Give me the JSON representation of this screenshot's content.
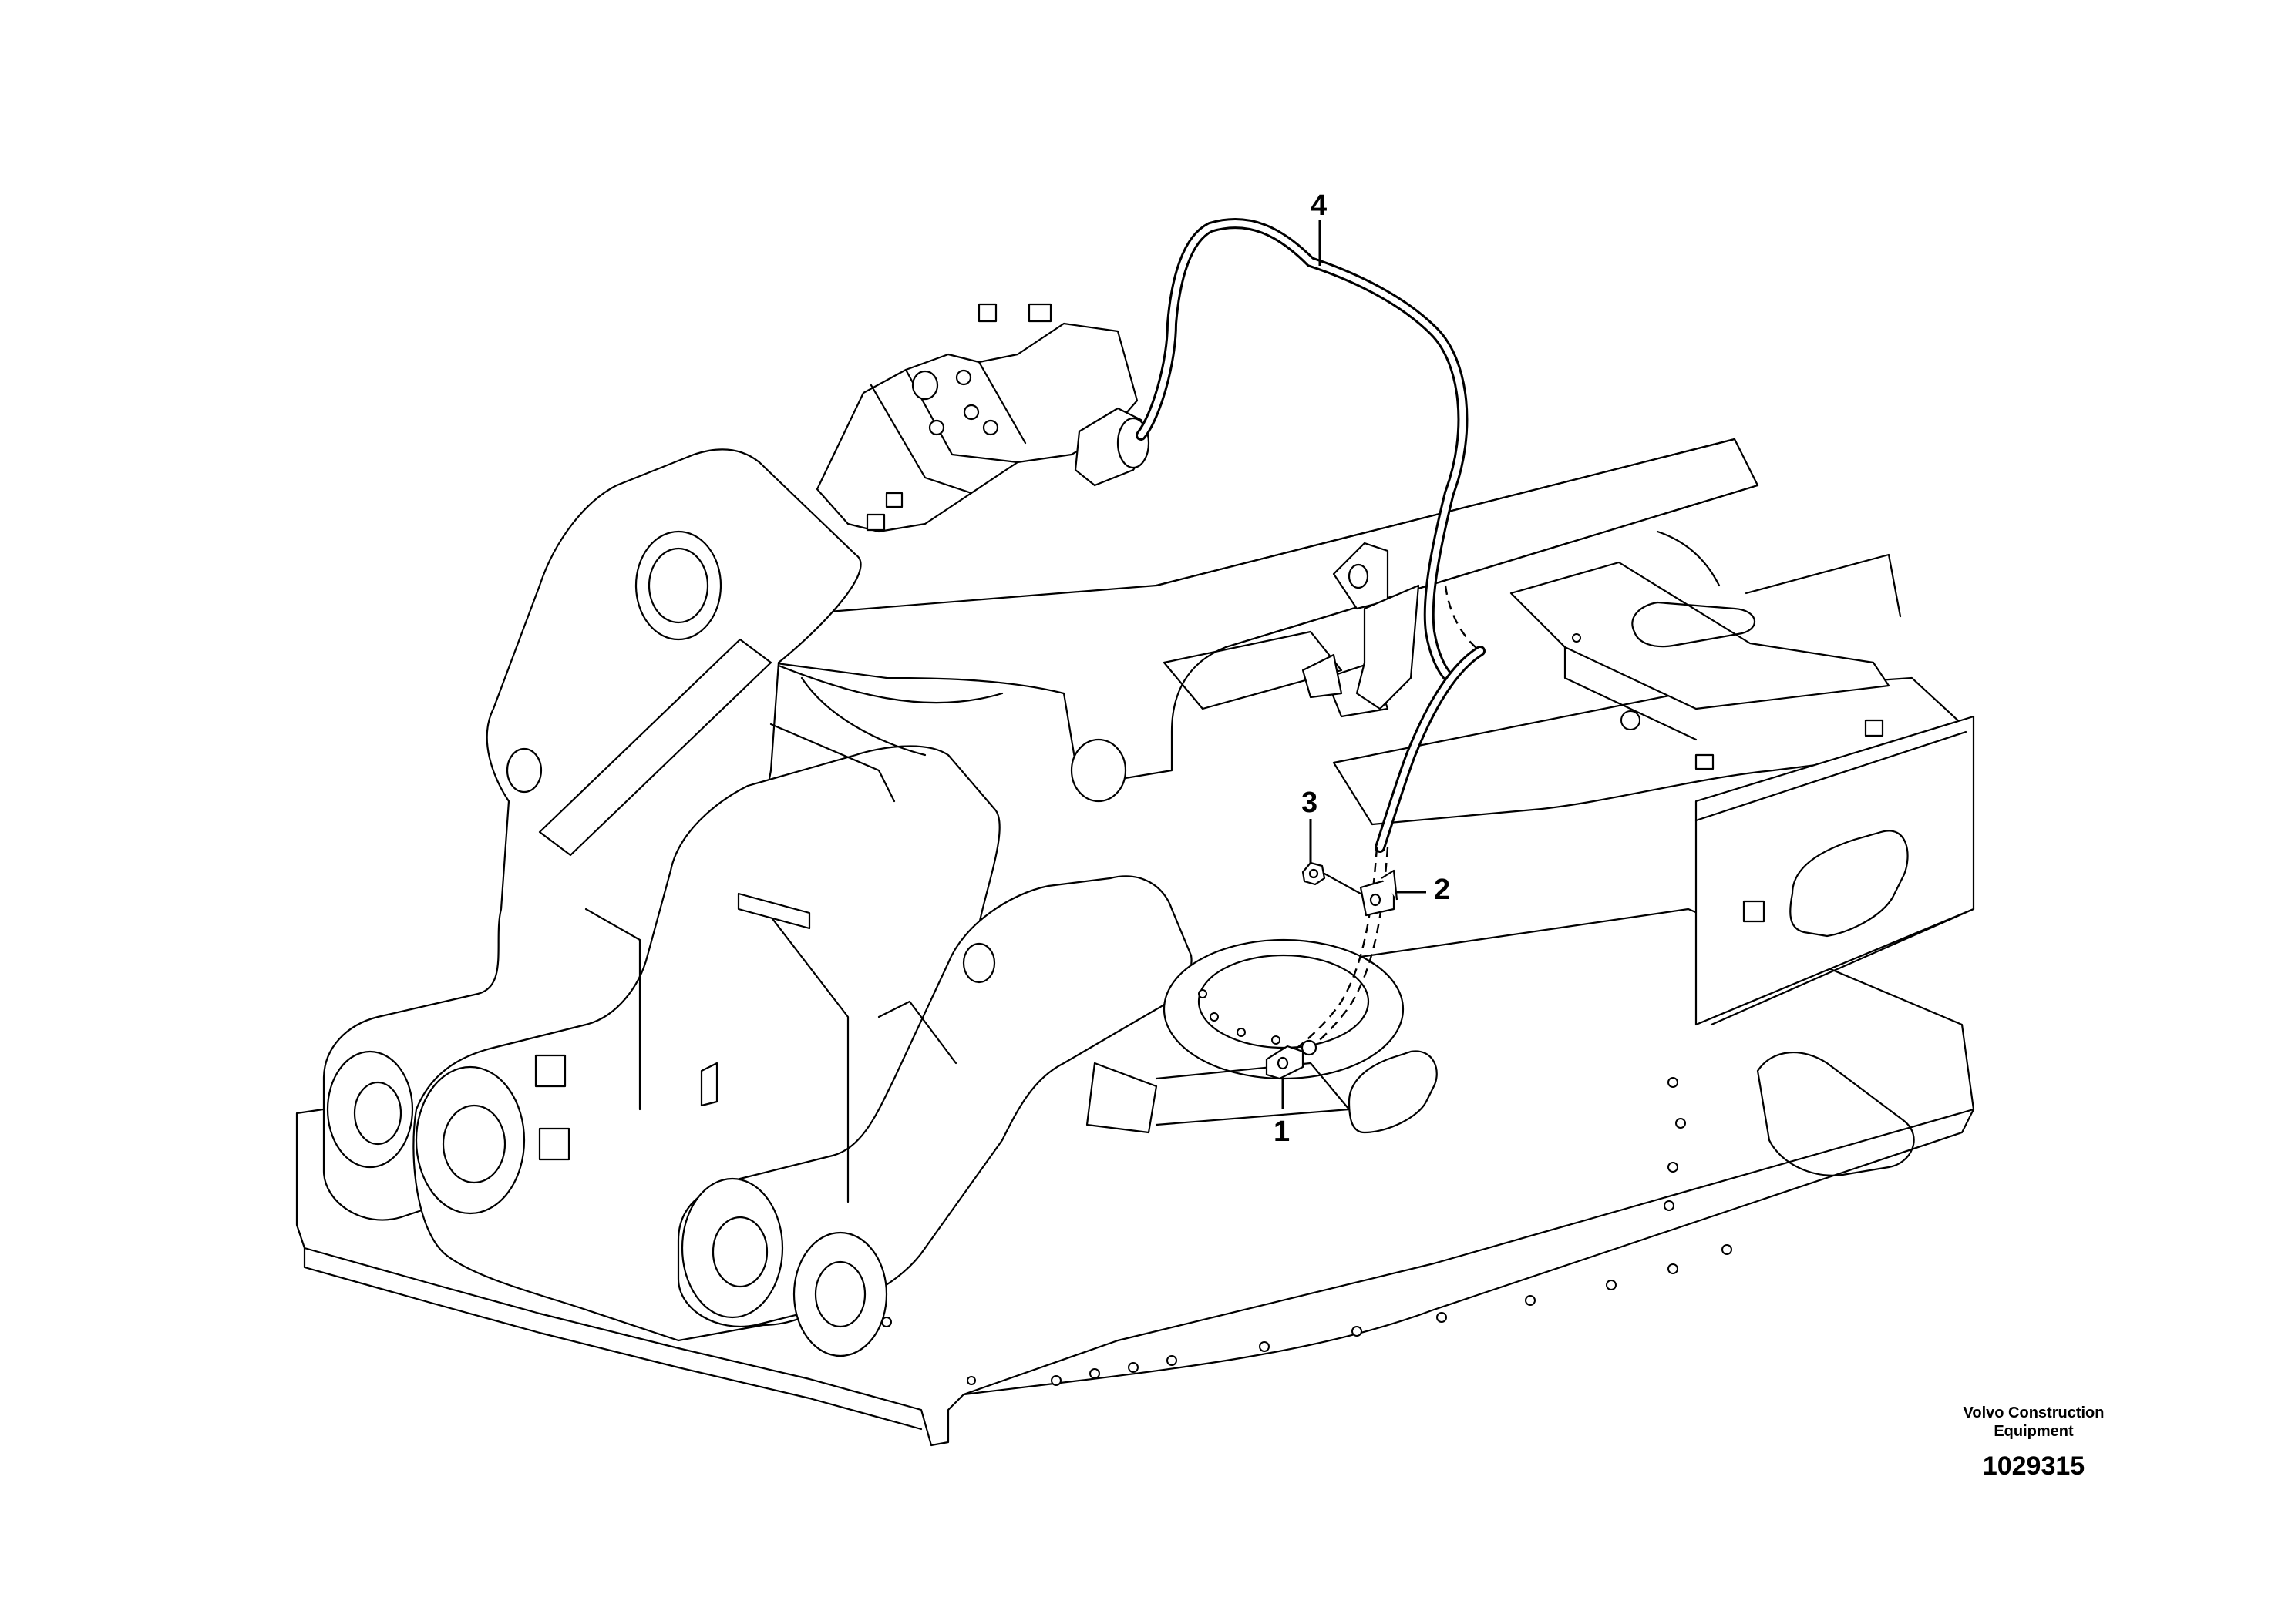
{
  "callouts": [
    {
      "id": "1",
      "label": "1"
    },
    {
      "id": "2",
      "label": "2"
    },
    {
      "id": "3",
      "label": "3"
    },
    {
      "id": "4",
      "label": "4"
    }
  ],
  "credit": {
    "line1": "Volvo Construction",
    "line2": "Equipment"
  },
  "figure_number": "1029315"
}
